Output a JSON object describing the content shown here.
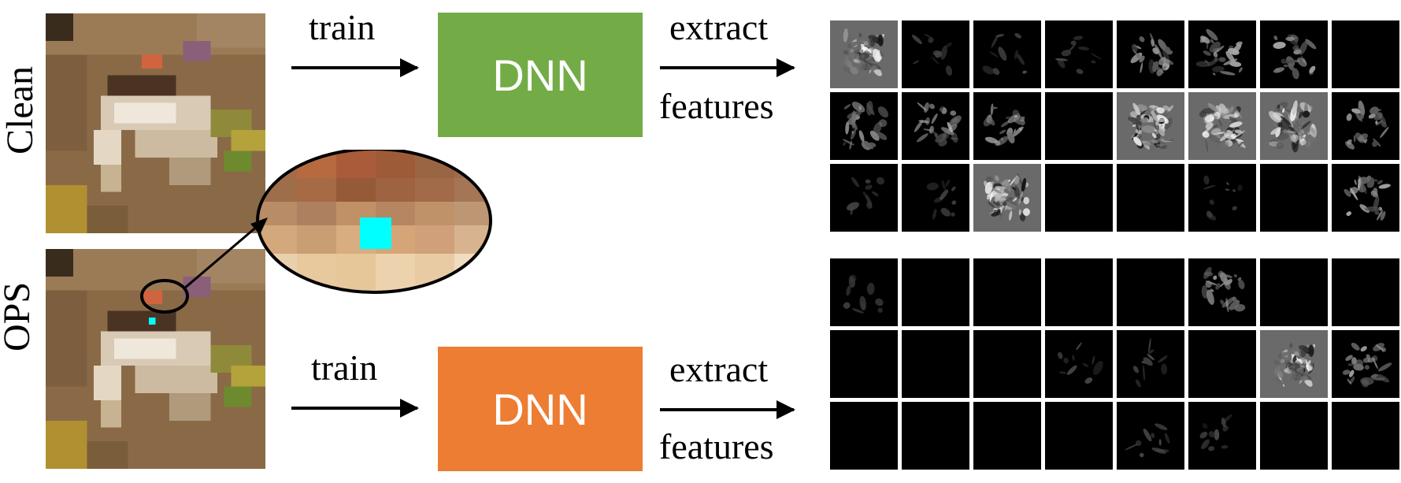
{
  "rows": {
    "clean": {
      "label": "Clean"
    },
    "ops": {
      "label": "OPS"
    }
  },
  "flow": {
    "train_label": "train",
    "dnn_label": "DNN",
    "extract_label": "extract",
    "features_label": "features"
  },
  "colors": {
    "clean_dnn": "#73ac47",
    "ops_dnn": "#ec7d32",
    "perturbation": "#00ffff"
  },
  "feature_maps": {
    "clean": [
      3,
      1,
      1,
      1,
      2,
      2,
      2,
      0,
      2,
      2,
      2,
      0,
      3,
      3,
      3,
      2,
      1,
      1,
      3,
      0,
      0,
      1,
      0,
      2
    ],
    "ops": [
      1,
      0,
      0,
      0,
      0,
      2,
      0,
      0,
      0,
      0,
      0,
      1,
      1,
      0,
      3,
      2,
      0,
      0,
      0,
      0,
      1,
      1,
      0,
      0
    ]
  }
}
